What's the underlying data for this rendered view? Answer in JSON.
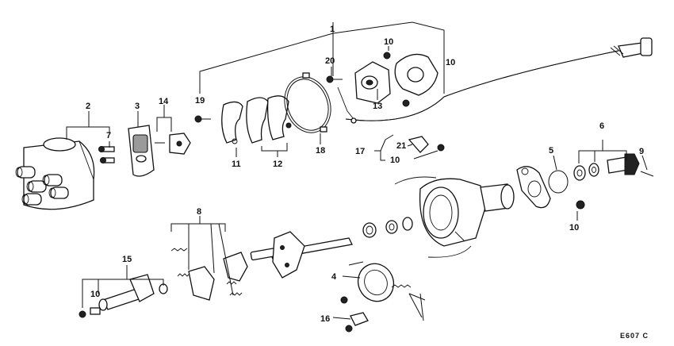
{
  "figure_code": "E607 C",
  "callouts": [
    {
      "id": "c1",
      "text": "1"
    },
    {
      "id": "c2",
      "text": "2"
    },
    {
      "id": "c3",
      "text": "3"
    },
    {
      "id": "c4",
      "text": "4"
    },
    {
      "id": "c5",
      "text": "5"
    },
    {
      "id": "c6",
      "text": "6"
    },
    {
      "id": "c7",
      "text": "7"
    },
    {
      "id": "c8",
      "text": "8"
    },
    {
      "id": "c9",
      "text": "9"
    },
    {
      "id": "c10a",
      "text": "10"
    },
    {
      "id": "c10b",
      "text": "10"
    },
    {
      "id": "c10c",
      "text": "10"
    },
    {
      "id": "c10d",
      "text": "10"
    },
    {
      "id": "c10e",
      "text": "10"
    },
    {
      "id": "c11",
      "text": "11"
    },
    {
      "id": "c12",
      "text": "12"
    },
    {
      "id": "c13",
      "text": "13"
    },
    {
      "id": "c14",
      "text": "14"
    },
    {
      "id": "c15",
      "text": "15"
    },
    {
      "id": "c16",
      "text": "16"
    },
    {
      "id": "c17",
      "text": "17"
    },
    {
      "id": "c18",
      "text": "18"
    },
    {
      "id": "c19",
      "text": "19"
    },
    {
      "id": "c20",
      "text": "20"
    },
    {
      "id": "c21",
      "text": "21"
    }
  ]
}
